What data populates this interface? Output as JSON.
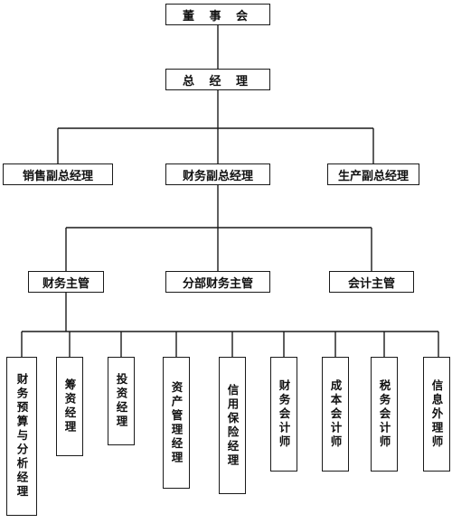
{
  "org_chart": {
    "board": "董 事 会",
    "general_manager": "总 经 理",
    "vice_presidents": {
      "sales": "销售副总经理",
      "finance": "财务副总经理",
      "production": "生产副总经理"
    },
    "finance_heads": {
      "treasurer": "财务主管",
      "division": "分部财务主管",
      "controller": "会计主管"
    },
    "roles": [
      "财务预算与分析经理",
      "筹资经理",
      "投资经理",
      "资产管理经理",
      "信用保险经理",
      "财务会计师",
      "成本会计师",
      "税务会计师",
      "信息外理师"
    ]
  },
  "colors": {
    "line": "#1a1a1a",
    "box_border": "#1a1a1a",
    "text": "#111111"
  }
}
